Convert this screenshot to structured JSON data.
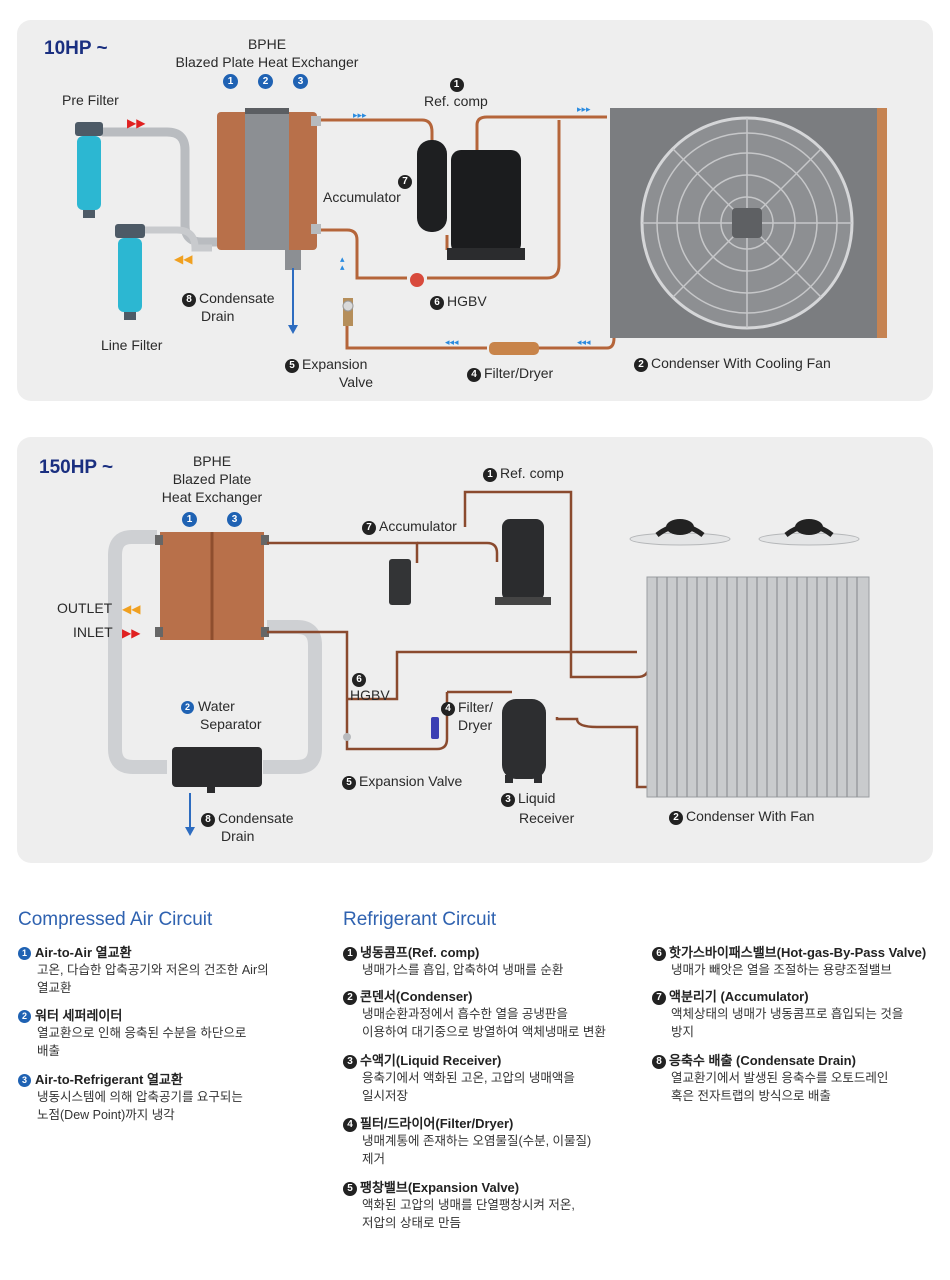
{
  "diagram1": {
    "title": "10HP ~",
    "bphe_title": "BPHE",
    "bphe_subtitle": "Blazed Plate Heat Exchanger",
    "bphe_nums": [
      "1",
      "2",
      "3"
    ],
    "pre_filter": "Pre Filter",
    "line_filter": "Line Filter",
    "ref_comp_num": "1",
    "ref_comp": "Ref. comp",
    "accumulator_num": "7",
    "accumulator": "Accumulator",
    "condensate_num": "8",
    "condensate": "Condensate",
    "drain": "Drain",
    "hgbv_num": "6",
    "hgbv": "HGBV",
    "expansion_num": "5",
    "expansion": "Expansion",
    "valve": "Valve",
    "filter_num": "4",
    "filter": "Filter/Dryer",
    "condenser_num": "2",
    "condenser": "Condenser With Cooling Fan"
  },
  "diagram2": {
    "title": "150HP ~",
    "bphe_l1": "BPHE",
    "bphe_l2": "Blazed Plate",
    "bphe_l3": "Heat Exchanger",
    "bphe_nums": [
      "1",
      "3"
    ],
    "ref_comp_num": "1",
    "ref_comp": "Ref. comp",
    "accumulator_num": "7",
    "accumulator": "Accumulator",
    "outlet": "OUTLET",
    "inlet": "INLET",
    "hgbv_num": "6",
    "hgbv": "HGBV",
    "water_num": "2",
    "water_l1": "Water",
    "water_l2": "Separator",
    "filter_num": "4",
    "filter_l1": "Filter/",
    "filter_l2": "Dryer",
    "expansion_num": "5",
    "expansion": "Expansion Valve",
    "liquid_num": "3",
    "liquid_l1": "Liquid",
    "liquid_l2": "Receiver",
    "condensate_num": "8",
    "condensate": "Condensate",
    "drain": "Drain",
    "condenser_num": "2",
    "condenser": "Condenser With Fan"
  },
  "legend": {
    "air_title": "Compressed Air Circuit",
    "ref_title": "Refrigerant Circuit",
    "air_items": [
      {
        "num": "1",
        "head": "Air-to-Air 열교환",
        "body": [
          "고온, 다습한 압축공기와 저온의 건조한 Air의",
          "열교환"
        ]
      },
      {
        "num": "2",
        "head": "워터 세퍼레이터",
        "body": [
          "열교환으로 인해 응축된 수분을 하단으로",
          "배출"
        ]
      },
      {
        "num": "3",
        "head": "Air-to-Refrigerant 열교환",
        "body": [
          "냉동시스템에 의해 압축공기를 요구되는",
          "노점(Dew Point)까지 냉각"
        ]
      }
    ],
    "ref_items": [
      {
        "num": "1",
        "head": "냉동콤프(Ref. comp)",
        "body": [
          "냉매가스를 흡입, 압축하여 냉매를 순환"
        ]
      },
      {
        "num": "2",
        "head": "콘덴서(Condenser)",
        "body": [
          "냉매순환과정에서 흡수한 열을 공냉판을",
          "이용하여 대기중으로 방열하여 액체냉매로 변환"
        ]
      },
      {
        "num": "3",
        "head": "수액기(Liquid Receiver)",
        "body": [
          "응축기에서 액화된 고온, 고압의 냉매액을",
          "일시저장"
        ]
      },
      {
        "num": "4",
        "head": "필터/드라이어(Filter/Dryer)",
        "body": [
          "냉매계통에 존재하는 오염물질(수분, 이물질)",
          "제거"
        ]
      },
      {
        "num": "5",
        "head": "팽창밸브(Expansion Valve)",
        "body": [
          "액화된 고압의 냉매를 단열팽창시켜 저온,",
          "저압의 상태로 만듬"
        ]
      }
    ],
    "ref_items2": [
      {
        "num": "6",
        "head": "핫가스바이패스밸브(Hot-gas-By-Pass Valve)",
        "body": [
          "냉매가 빼앗은 열을 조절하는 용량조절밸브"
        ]
      },
      {
        "num": "7",
        "head": "액분리기 (Accumulator)",
        "body": [
          "액체상태의 냉매가 냉동콤프로 흡입되는 것을",
          "방지"
        ]
      },
      {
        "num": "8",
        "head": "응축수 배출 (Condensate Drain)",
        "body": [
          "열교환기에서 발생된 응축수를 오토드레인",
          "혹은 전자트랩의 방식으로 배출"
        ]
      }
    ]
  }
}
